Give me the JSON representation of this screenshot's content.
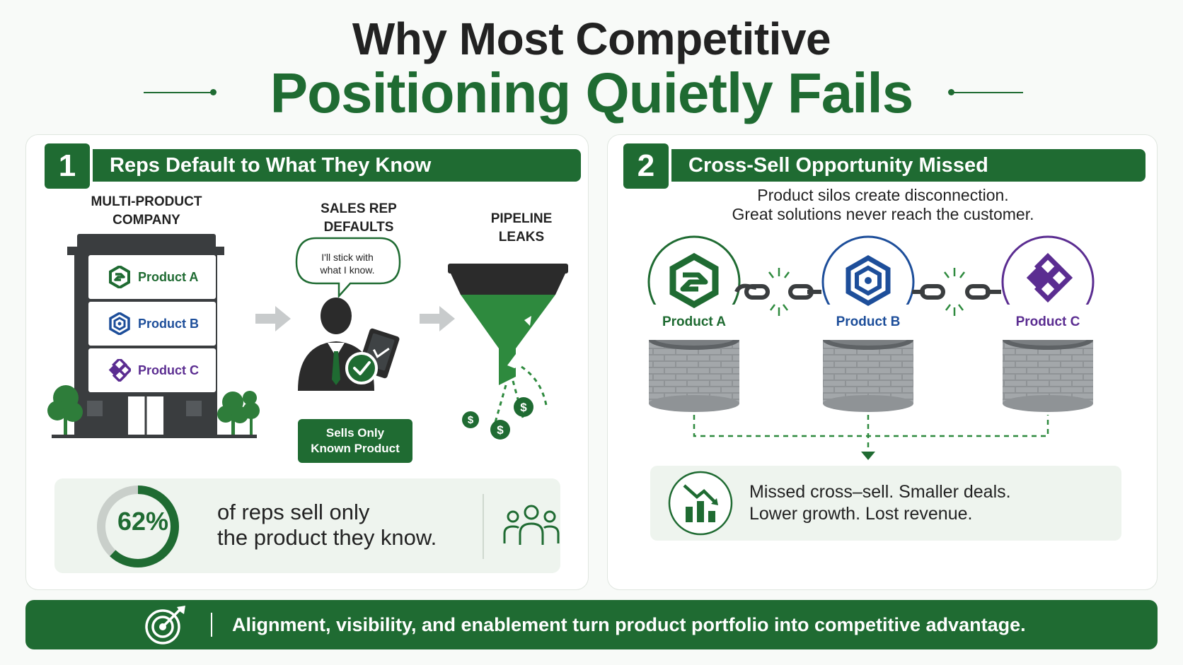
{
  "title": {
    "line1": "Why Most Competitive",
    "line2": "Positioning Quietly Fails"
  },
  "section1": {
    "number": "1",
    "heading": "Reps Default to What They Know",
    "col1_label_line1": "MULTI-PRODUCT",
    "col1_label_line2": "COMPANY",
    "col2_label_line1": "SALES REP",
    "col2_label_line2": "DEFAULTS",
    "col3_label_line1": "PIPELINE",
    "col3_label_line2": "LEAKS",
    "products": [
      "Product A",
      "Product B",
      "Product C"
    ],
    "speech_line1": "I'll stick with",
    "speech_line2": "what I know.",
    "badge_line1": "Sells Only",
    "badge_line2": "Known Product",
    "stat_percent": "62%",
    "stat_fraction": 0.62,
    "stat_text_line1": "of reps sell only",
    "stat_text_line2": "the product they know."
  },
  "section2": {
    "number": "2",
    "heading": "Cross-Sell Opportunity Missed",
    "subtitle_line1": "Product silos create disconnection.",
    "subtitle_line2": "Great solutions never reach the customer.",
    "products": [
      "Product A",
      "Product B",
      "Product C"
    ],
    "missed_line1": "Missed cross–sell. Smaller deals.",
    "missed_line2": "Lower growth. Lost revenue."
  },
  "footer": {
    "text": "Alignment, visibility, and enablement turn product portfolio into competitive advantage."
  },
  "colors": {
    "green": "#1f6b32",
    "blue": "#1d4e9a",
    "purple": "#5b2d91",
    "dark": "#3a3d3f"
  }
}
